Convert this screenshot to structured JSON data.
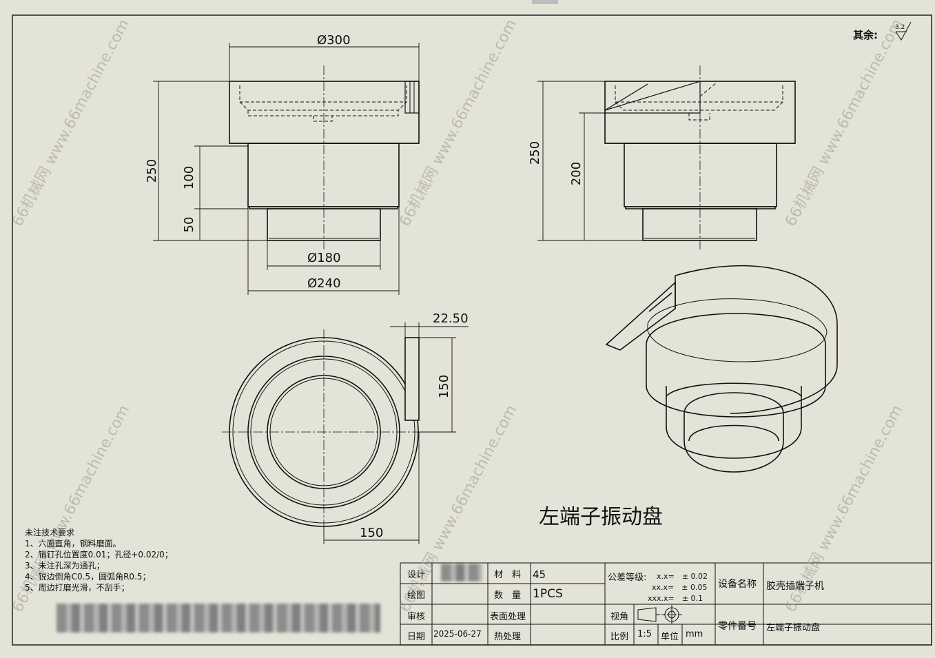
{
  "corner_note": {
    "label": "其余:",
    "roughness": "3.2"
  },
  "drawing_title": "左端子振动盘",
  "dimensions": {
    "front_top_width": "Ø300",
    "front_total_height": "250",
    "front_step_height": "100",
    "front_base_height": "50",
    "front_base_dia": "Ø180",
    "front_mid_dia": "Ø240",
    "side_total_height": "250",
    "side_height": "200",
    "top_tab_width": "22.50",
    "top_tab_length": "150",
    "top_radius_offset": "150"
  },
  "notes": {
    "title": "未注技术要求",
    "items": [
      "1、六面直角，钢料磨面。",
      "2、销钉孔位置度0.01；孔径+0.02/0；",
      "3、未注孔深为通孔；",
      "4、锐边倒角C0.5，圆弧角R0.5；",
      "5、周边打磨光滑，不刮手；"
    ]
  },
  "title_block": {
    "design_label": "设计",
    "draw_label": "绘图",
    "review_label": "审核",
    "date_label": "日期",
    "date_value": "2025-06-27",
    "material_label": "材　料",
    "material_value": "45",
    "quantity_label": "数　量",
    "quantity_value": "1PCS",
    "surface_label": "表面处理",
    "heat_label": "热处理",
    "tolerance_label": "公差等级:",
    "tol_1": "x.x=　± 0.02",
    "tol_2": "xx.x=　± 0.05",
    "tol_3": "xxx.x=　± 0.1",
    "view_label": "视角",
    "scale_label": "比例",
    "scale_value": "1:5",
    "unit_label": "单位",
    "unit_value": "mm",
    "equipment_label": "设备名称",
    "equipment_value": "胶壳插端子机",
    "part_no_label": "零件番号",
    "part_no_value": "左端子振动盘"
  },
  "watermark": "66机械网 www.66machine.com"
}
